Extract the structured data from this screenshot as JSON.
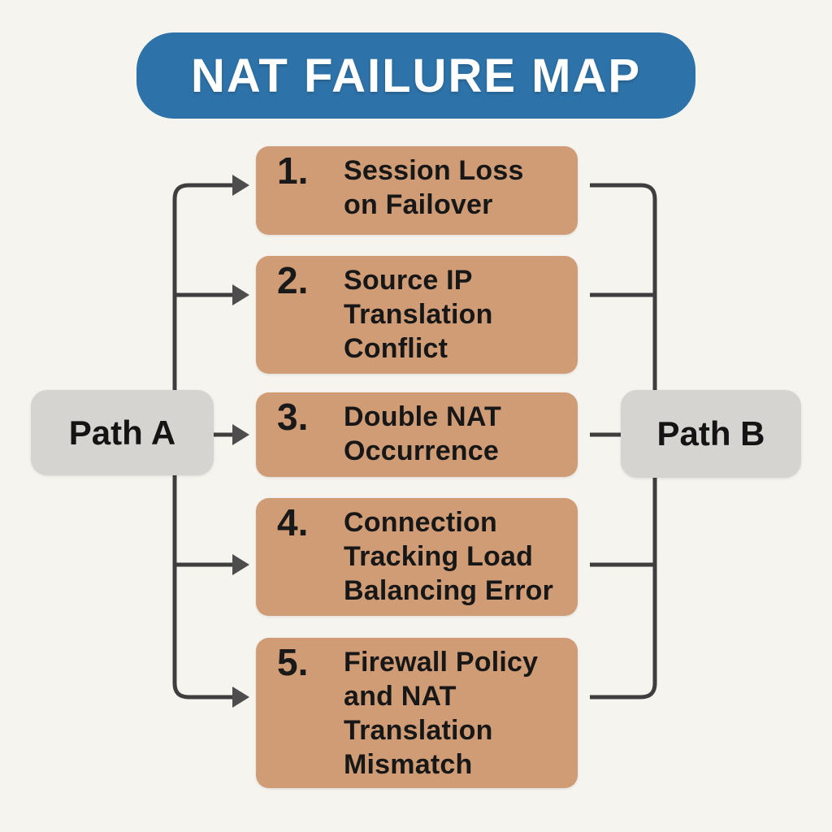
{
  "title": "NAT FAILURE MAP",
  "path_nodes": {
    "left": "Path A",
    "right": "Path B"
  },
  "failures": [
    {
      "number": "1.",
      "label": "Session Loss on Failover",
      "lines": [
        "Session Loss",
        "on Failover"
      ]
    },
    {
      "number": "2.",
      "label": "Source IP Translation Conflict",
      "lines": [
        "Source IP",
        "Translation",
        "Conflict"
      ]
    },
    {
      "number": "3.",
      "label": "Double NAT Occurrence",
      "lines": [
        "Double NAT",
        "Occurrence"
      ]
    },
    {
      "number": "4.",
      "label": "Connection Tracking Load Balancing Error",
      "lines": [
        "Connection",
        "Tracking Load",
        "Balancing Error"
      ]
    },
    {
      "number": "5.",
      "label": "Firewall Policy and NAT Translation Mismatch",
      "lines": [
        "Firewall Policy",
        "and NAT",
        "Translation",
        "Mismatch"
      ]
    }
  ],
  "colors": {
    "background": "#f6f4ef",
    "title_bg": "#2d72a8",
    "title_text": "#ffffff",
    "failure_box_bg": "#cf9c76",
    "path_node_bg": "#d6d4d1",
    "line": "#3e3e3e",
    "arrowhead": "#4d4d4d",
    "text": "#171717"
  }
}
